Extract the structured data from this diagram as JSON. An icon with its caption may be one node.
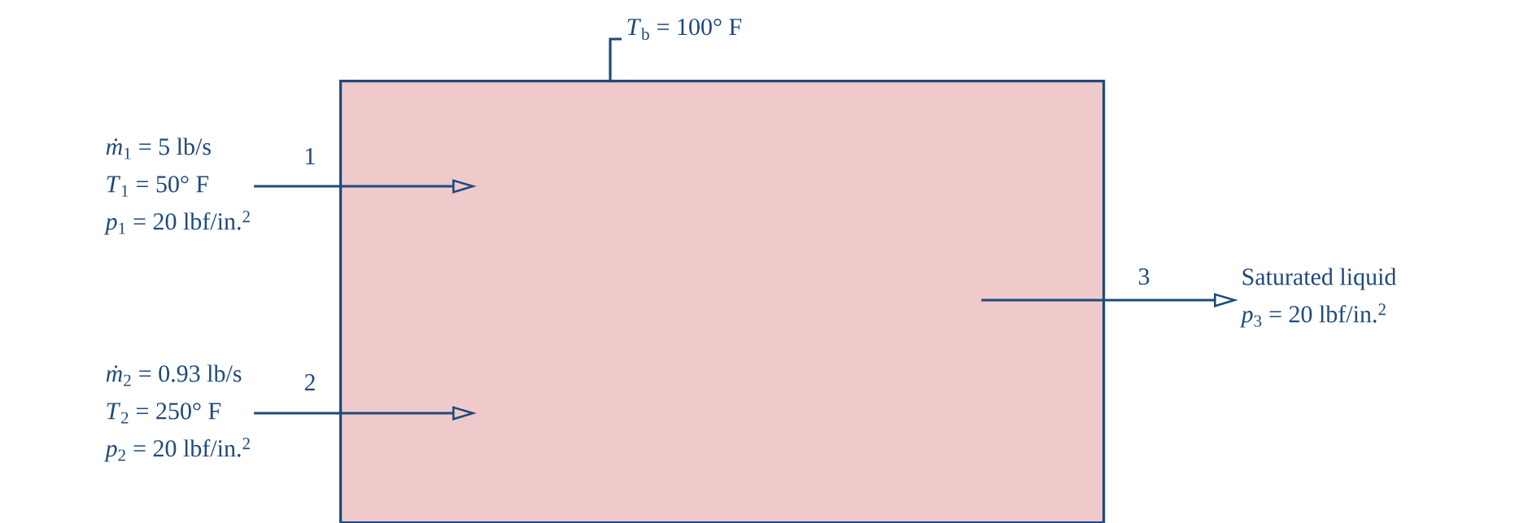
{
  "diagram": {
    "nodes": [
      {
        "text": [
          "*T*$_{b}$ = 100° F"
        ]
      },
      {
        "text": [],
        "shape": "box"
      },
      {
        "text": [
          "*ṁ*$_{1}$ = 5 lb/s",
          "*T*$_{1}$ = 50° F",
          "*p*$_{1}$ = 20 lbf/in.$^{2}$"
        ]
      },
      {
        "text": [
          "*ṁ*$_{2}$ = 0.93 lb/s",
          "*T*$_{2}$ = 250° F",
          "*p*$_{2}$ = 20 lbf/in.$^{2}$"
        ]
      },
      {
        "text": [
          "Saturated liquid",
          "*p*$_{3}$ = 20 lbf/in.$^{2}$"
        ]
      }
    ],
    "edges": [
      {
        "from": 0,
        "to": 1,
        "arrow": "none"
      },
      {
        "from": 2,
        "to": 1,
        "arrow": "to",
        "label": "1"
      },
      {
        "from": 3,
        "to": 1,
        "arrow": "to",
        "label": "2"
      },
      {
        "from": 1,
        "to": 4,
        "arrow": "to",
        "label": "3"
      }
    ]
  }
}
